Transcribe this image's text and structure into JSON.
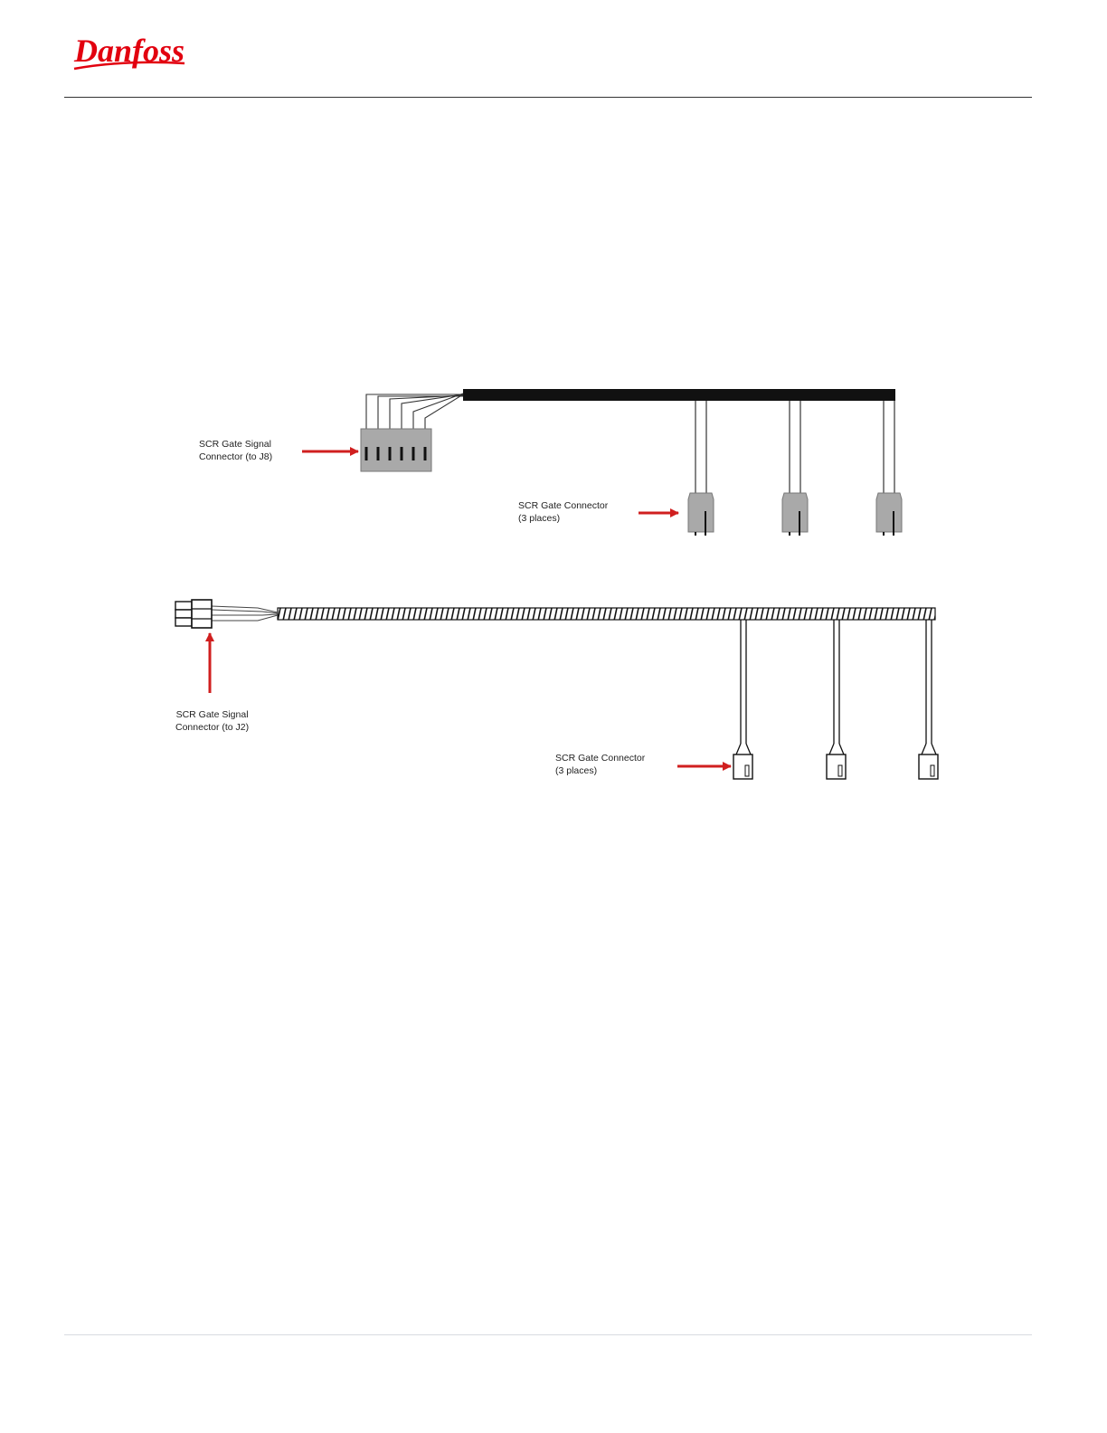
{
  "header": {
    "brand": "Danfoss",
    "brand_color": "#e2000f",
    "rule_color": "#333333"
  },
  "footer": {
    "rule_color": "#d8dbe0"
  },
  "diagram": {
    "harness_1": {
      "signal_connector_label": [
        "SCR Gate Signal",
        "Connector (to J8)"
      ],
      "gate_connector_label": [
        "SCR Gate Connector",
        "(3 places)"
      ]
    },
    "harness_2": {
      "signal_connector_label": [
        "SCR Gate Signal",
        "Connector (to J2)"
      ],
      "gate_connector_label": [
        "SCR Gate Connector",
        "(3 places)"
      ]
    },
    "arrow_color": "#d01f1f"
  }
}
